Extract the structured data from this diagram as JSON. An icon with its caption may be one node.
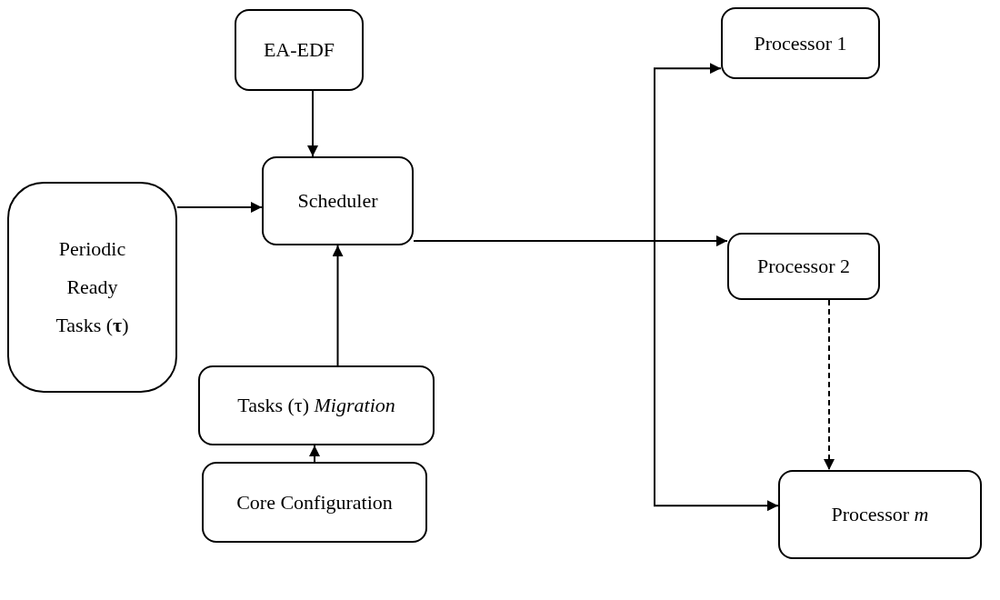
{
  "diagram": {
    "nodes": [
      {
        "text": [
          "EA-EDF"
        ]
      },
      {
        "text": [
          "Periodic Ready Tasks (**τ**)"
        ]
      },
      {
        "text": [
          "Scheduler"
        ]
      },
      {
        "text": [
          "Tasks (τ) *Migration*"
        ]
      },
      {
        "text": [
          "Core Configuration"
        ]
      },
      {
        "text": [
          "Processor 1"
        ]
      },
      {
        "text": [
          "Processor 2"
        ]
      },
      {
        "text": [
          "Processor *m*"
        ]
      }
    ],
    "edges": [
      {
        "from": 0,
        "to": 2,
        "arrow": "to"
      },
      {
        "from": 1,
        "to": 2,
        "arrow": "to"
      },
      {
        "from": 3,
        "to": 2,
        "arrow": "to"
      },
      {
        "from": 4,
        "to": 3,
        "arrow": "to"
      },
      {
        "from": 2,
        "to": 5,
        "arrow": "to"
      },
      {
        "from": 2,
        "to": 6,
        "arrow": "to"
      },
      {
        "from": 2,
        "to": 7,
        "arrow": "to"
      },
      {
        "from": 6,
        "to": 7,
        "arrow": "to",
        "style": "dashed"
      }
    ]
  }
}
